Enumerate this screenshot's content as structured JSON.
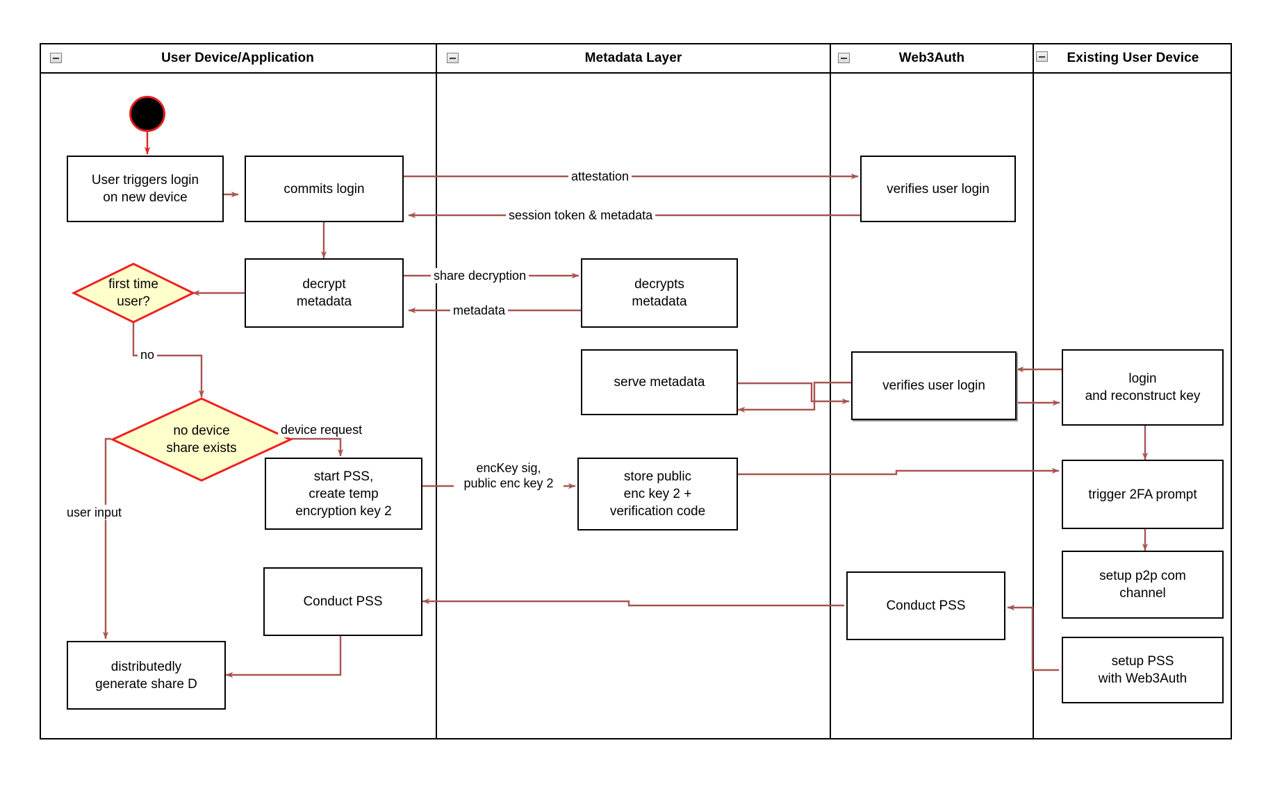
{
  "diagram": {
    "type": "uml-activity-swimlane",
    "colors": {
      "flow_line": "#a85450",
      "start_outline": "#e02020",
      "start_fill": "#000000",
      "decision_fill": "#ffffcc",
      "decision_stroke": "#ef2020",
      "node_stroke": "#000000",
      "node_fill": "#ffffff",
      "lane_stroke": "#000000",
      "background": "#ffffff"
    }
  },
  "lanes": [
    {
      "id": "user-device",
      "title": "User Device/Application",
      "collapse_icon": "minus-box-icon"
    },
    {
      "id": "metadata-layer",
      "title": "Metadata Layer",
      "collapse_icon": "minus-box-icon"
    },
    {
      "id": "web3auth",
      "title": "Web3Auth",
      "collapse_icon": "minus-box-icon"
    },
    {
      "id": "existing-user-device",
      "title": "Existing User Device",
      "collapse_icon": "minus-box-icon"
    }
  ],
  "nodes": {
    "start": {
      "kind": "initial-node",
      "label": ""
    },
    "user_triggers_login": {
      "kind": "activity",
      "label": "User triggers login\non new device",
      "lane": "user-device"
    },
    "commits_login": {
      "kind": "activity",
      "label": "commits login",
      "lane": "user-device"
    },
    "decrypt_metadata": {
      "kind": "activity",
      "label": "decrypt\nmetadata",
      "lane": "user-device"
    },
    "first_time_user": {
      "kind": "decision",
      "label": "first time\nuser?",
      "lane": "user-device"
    },
    "no_device_share": {
      "kind": "decision",
      "label": "no device\nshare exists",
      "lane": "user-device"
    },
    "start_pss": {
      "kind": "activity",
      "label": "start PSS,\ncreate temp\nencryption key 2",
      "lane": "user-device"
    },
    "conduct_pss_left": {
      "kind": "activity",
      "label": "Conduct PSS",
      "lane": "user-device"
    },
    "generate_share_d": {
      "kind": "activity",
      "label": "distributedly\ngenerate share D",
      "lane": "user-device"
    },
    "decrypts_metadata": {
      "kind": "activity",
      "label": "decrypts\nmetadata",
      "lane": "metadata-layer"
    },
    "serve_metadata": {
      "kind": "activity",
      "label": "serve metadata",
      "lane": "metadata-layer"
    },
    "store_public_enc": {
      "kind": "activity",
      "label": "store public\nenc key 2 +\nverification code",
      "lane": "metadata-layer"
    },
    "verifies_user_login_1": {
      "kind": "activity",
      "label": "verifies user login",
      "lane": "web3auth"
    },
    "verifies_user_login_2": {
      "kind": "activity",
      "label": "verifies user login",
      "lane": "web3auth"
    },
    "conduct_pss_right": {
      "kind": "activity",
      "label": "Conduct PSS",
      "lane": "web3auth"
    },
    "login_reconstruct": {
      "kind": "activity",
      "label": "login\nand reconstruct key",
      "lane": "existing-user-device"
    },
    "trigger_2fa": {
      "kind": "activity",
      "label": "trigger 2FA prompt",
      "lane": "existing-user-device"
    },
    "setup_p2p": {
      "kind": "activity",
      "label": "setup p2p com\nchannel",
      "lane": "existing-user-device"
    },
    "setup_pss_web3auth": {
      "kind": "activity",
      "label": "setup PSS\nwith Web3Auth",
      "lane": "existing-user-device"
    }
  },
  "node_lines": {
    "user_triggers_login": [
      "User triggers login",
      "on new device"
    ],
    "commits_login": [
      "commits login"
    ],
    "decrypt_metadata": [
      "decrypt",
      "metadata"
    ],
    "first_time_user": [
      "first time",
      "user?"
    ],
    "no_device_share": [
      "no device",
      "share exists"
    ],
    "start_pss": [
      "start PSS,",
      "create temp",
      "encryption key 2"
    ],
    "conduct_pss_left": [
      "Conduct PSS"
    ],
    "generate_share_d": [
      "distributedly",
      "generate share D"
    ],
    "decrypts_metadata": [
      "decrypts",
      "metadata"
    ],
    "serve_metadata": [
      "serve metadata"
    ],
    "store_public_enc": [
      "store public",
      "enc key 2 +",
      "verification code"
    ],
    "verifies_user_login_1": [
      "verifies user login"
    ],
    "verifies_user_login_2": [
      "verifies user login"
    ],
    "conduct_pss_right": [
      "Conduct PSS"
    ],
    "login_reconstruct": [
      "login",
      "and reconstruct key"
    ],
    "trigger_2fa": [
      "trigger 2FA prompt"
    ],
    "setup_p2p": [
      "setup p2p com",
      "channel"
    ],
    "setup_pss_web3auth": [
      "setup PSS",
      "with Web3Auth"
    ]
  },
  "edges": [
    {
      "id": "e-start",
      "from": "start",
      "to": "user_triggers_login",
      "label": ""
    },
    {
      "id": "e-trigger-commits",
      "from": "user_triggers_login",
      "to": "commits_login",
      "label": ""
    },
    {
      "id": "e-attestation",
      "from": "commits_login",
      "to": "verifies_user_login_1",
      "label": "attestation"
    },
    {
      "id": "e-session",
      "from": "verifies_user_login_1",
      "to": "commits_login",
      "label": "session token & metadata"
    },
    {
      "id": "e-commits-decrypt",
      "from": "commits_login",
      "to": "decrypt_metadata",
      "label": ""
    },
    {
      "id": "e-share-decryption",
      "from": "decrypt_metadata",
      "to": "decrypts_metadata",
      "label": "share decryption"
    },
    {
      "id": "e-metadata",
      "from": "decrypts_metadata",
      "to": "decrypt_metadata",
      "label": "metadata"
    },
    {
      "id": "e-decrypt-first",
      "from": "decrypt_metadata",
      "to": "first_time_user",
      "label": ""
    },
    {
      "id": "e-no",
      "from": "first_time_user",
      "to": "no_device_share",
      "label": "no"
    },
    {
      "id": "e-device-request",
      "from": "no_device_share",
      "to": "start_pss",
      "label": "device request"
    },
    {
      "id": "e-user-input",
      "from": "no_device_share",
      "to": "generate_share_d",
      "label": "user input"
    },
    {
      "id": "e-enckey",
      "from": "start_pss",
      "to": "store_public_enc",
      "label": "encKey sig,\npublic enc key 2"
    },
    {
      "id": "e-existing-verify",
      "from": "login_reconstruct",
      "to": "verifies_user_login_2",
      "label": ""
    },
    {
      "id": "e-verify-serve",
      "from": "verifies_user_login_2",
      "to": "serve_metadata",
      "label": ""
    },
    {
      "id": "e-serve-verify",
      "from": "serve_metadata",
      "to": "verifies_user_login_2",
      "label": ""
    },
    {
      "id": "e-verify-existing",
      "from": "verifies_user_login_2",
      "to": "login_reconstruct",
      "label": ""
    },
    {
      "id": "e-login-2fa",
      "from": "login_reconstruct",
      "to": "trigger_2fa",
      "label": ""
    },
    {
      "id": "e-store-2fa",
      "from": "store_public_enc",
      "to": "trigger_2fa",
      "label": ""
    },
    {
      "id": "e-2fa-p2p",
      "from": "trigger_2fa",
      "to": "setup_p2p",
      "label": ""
    },
    {
      "id": "e-p2p-setuppss",
      "from": "setup_p2p",
      "to": "setup_pss_web3auth",
      "label": ""
    },
    {
      "id": "e-setuppss-conduct",
      "from": "setup_pss_web3auth",
      "to": "conduct_pss_right",
      "label": ""
    },
    {
      "id": "e-conduct-conduct",
      "from": "conduct_pss_right",
      "to": "conduct_pss_left",
      "label": ""
    },
    {
      "id": "e-conduct-share",
      "from": "conduct_pss_left",
      "to": "generate_share_d",
      "label": ""
    }
  ],
  "edge_labels": {
    "attestation": "attestation",
    "session_token": "session token & metadata",
    "share_decryption": "share decryption",
    "metadata": "metadata",
    "no": "no",
    "device_request": "device request",
    "user_input": "user input",
    "enckey_l1": "encKey sig,",
    "enckey_l2": "public enc key 2"
  }
}
